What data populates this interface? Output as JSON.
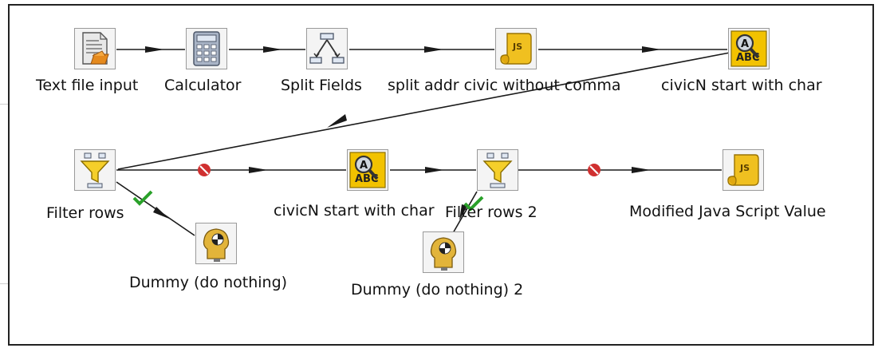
{
  "steps": {
    "text_file_input": {
      "label": "Text file input",
      "icon": "text-file-icon"
    },
    "calculator": {
      "label": "Calculator",
      "icon": "calculator-icon"
    },
    "split_fields": {
      "label": "Split Fields",
      "icon": "split-fields-icon"
    },
    "split_addr": {
      "label": "split addr civic without comma",
      "icon": "javascript-icon"
    },
    "civicn_1": {
      "label": "civicN start with char",
      "icon": "regex-eval-icon"
    },
    "filter_rows": {
      "label": "Filter rows",
      "icon": "filter-icon"
    },
    "civicn_2": {
      "label": "civicN start with char",
      "icon": "regex-eval-icon"
    },
    "filter_rows_2": {
      "label": "Filter rows 2",
      "icon": "filter-icon"
    },
    "modified_js": {
      "label": "Modified Java Script Value",
      "icon": "javascript-icon"
    },
    "dummy": {
      "label": "Dummy (do nothing)",
      "icon": "dummy-icon"
    },
    "dummy_2": {
      "label": "Dummy (do nothing) 2",
      "icon": "dummy-icon"
    }
  },
  "colors": {
    "hop": "#1a1a1a",
    "true_check": "#2aa12a",
    "false_stop": "#d03030",
    "js_yellow": "#f0c020",
    "regex_yellow": "#f2c200"
  }
}
